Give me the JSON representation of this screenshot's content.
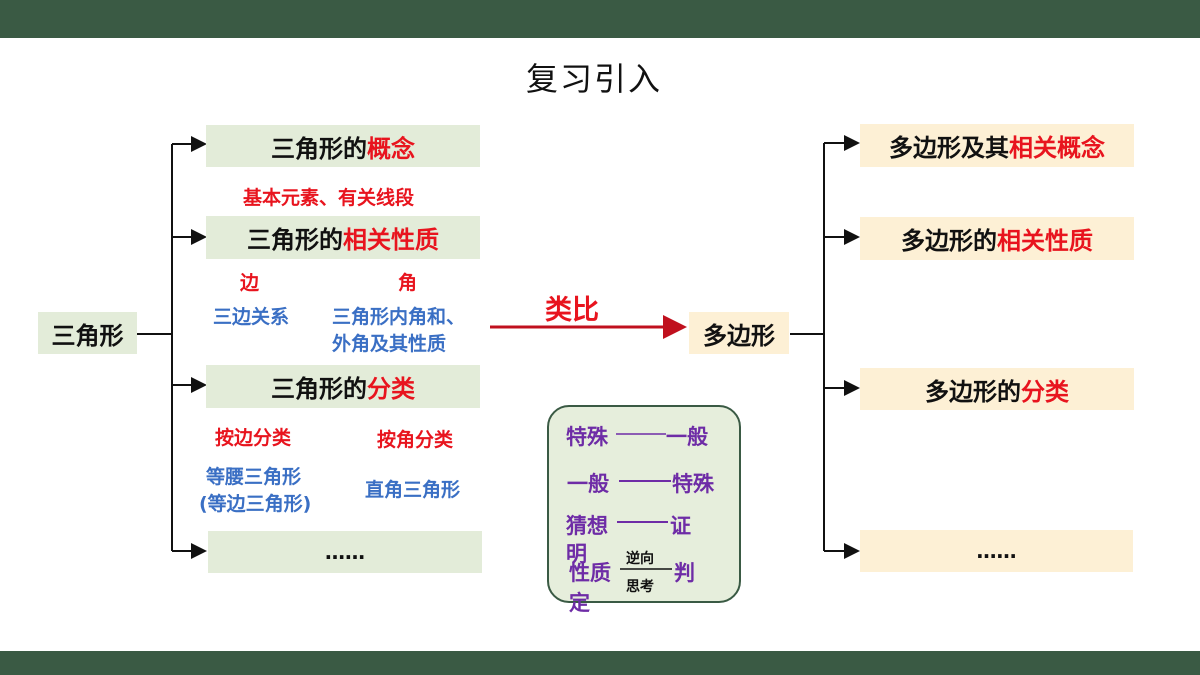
{
  "title": "复习引入",
  "left_root": "三角形",
  "right_root": "多边形",
  "analogy_label": "类比",
  "left": {
    "concept": {
      "prefix": "三角形的",
      "highlight": "概念"
    },
    "concept_sub": "基本元素、有关线段",
    "properties": {
      "prefix": "三角形的",
      "highlight": "相关性质"
    },
    "prop_side_head": "边",
    "prop_angle_head": "角",
    "prop_side_item": "三边关系",
    "prop_angle_item_1": "三角形内角和、",
    "prop_angle_item_2": "外角及其性质",
    "classification": {
      "prefix": "三角形的",
      "highlight": "分类"
    },
    "class_by_side": "按边分类",
    "class_by_angle": "按角分类",
    "class_side_item_1": "等腰三角形",
    "class_side_item_2": "(等边三角形)",
    "class_angle_item": "直角三角形",
    "ellipsis": "……"
  },
  "right": {
    "concept": {
      "prefix": "多边形及其",
      "highlight": "相关概念"
    },
    "properties": {
      "prefix": "多边形的",
      "highlight": "相关性质"
    },
    "classification": {
      "prefix": "多边形的",
      "highlight": "分类"
    },
    "ellipsis": "……"
  },
  "thinking": {
    "line1_a": "特殊",
    "line1_b": "一般",
    "line2_a": "一般",
    "line2_b": "特殊",
    "line3_a": "猜想",
    "line3_b": "证",
    "line3_c": "明",
    "line4_a": "性质",
    "line4_top": "逆向",
    "line4_bottom": "思考",
    "line4_b": "判",
    "line4_c": "定"
  },
  "colors": {
    "bar": "#3a5a44",
    "green_box": "#e3ecd9",
    "cream_box": "#fdf0d5",
    "highlight": "#e8141e",
    "blue_text": "#3a6fc4",
    "purple_text": "#6e2ca6",
    "arrow": "#c0101e"
  }
}
